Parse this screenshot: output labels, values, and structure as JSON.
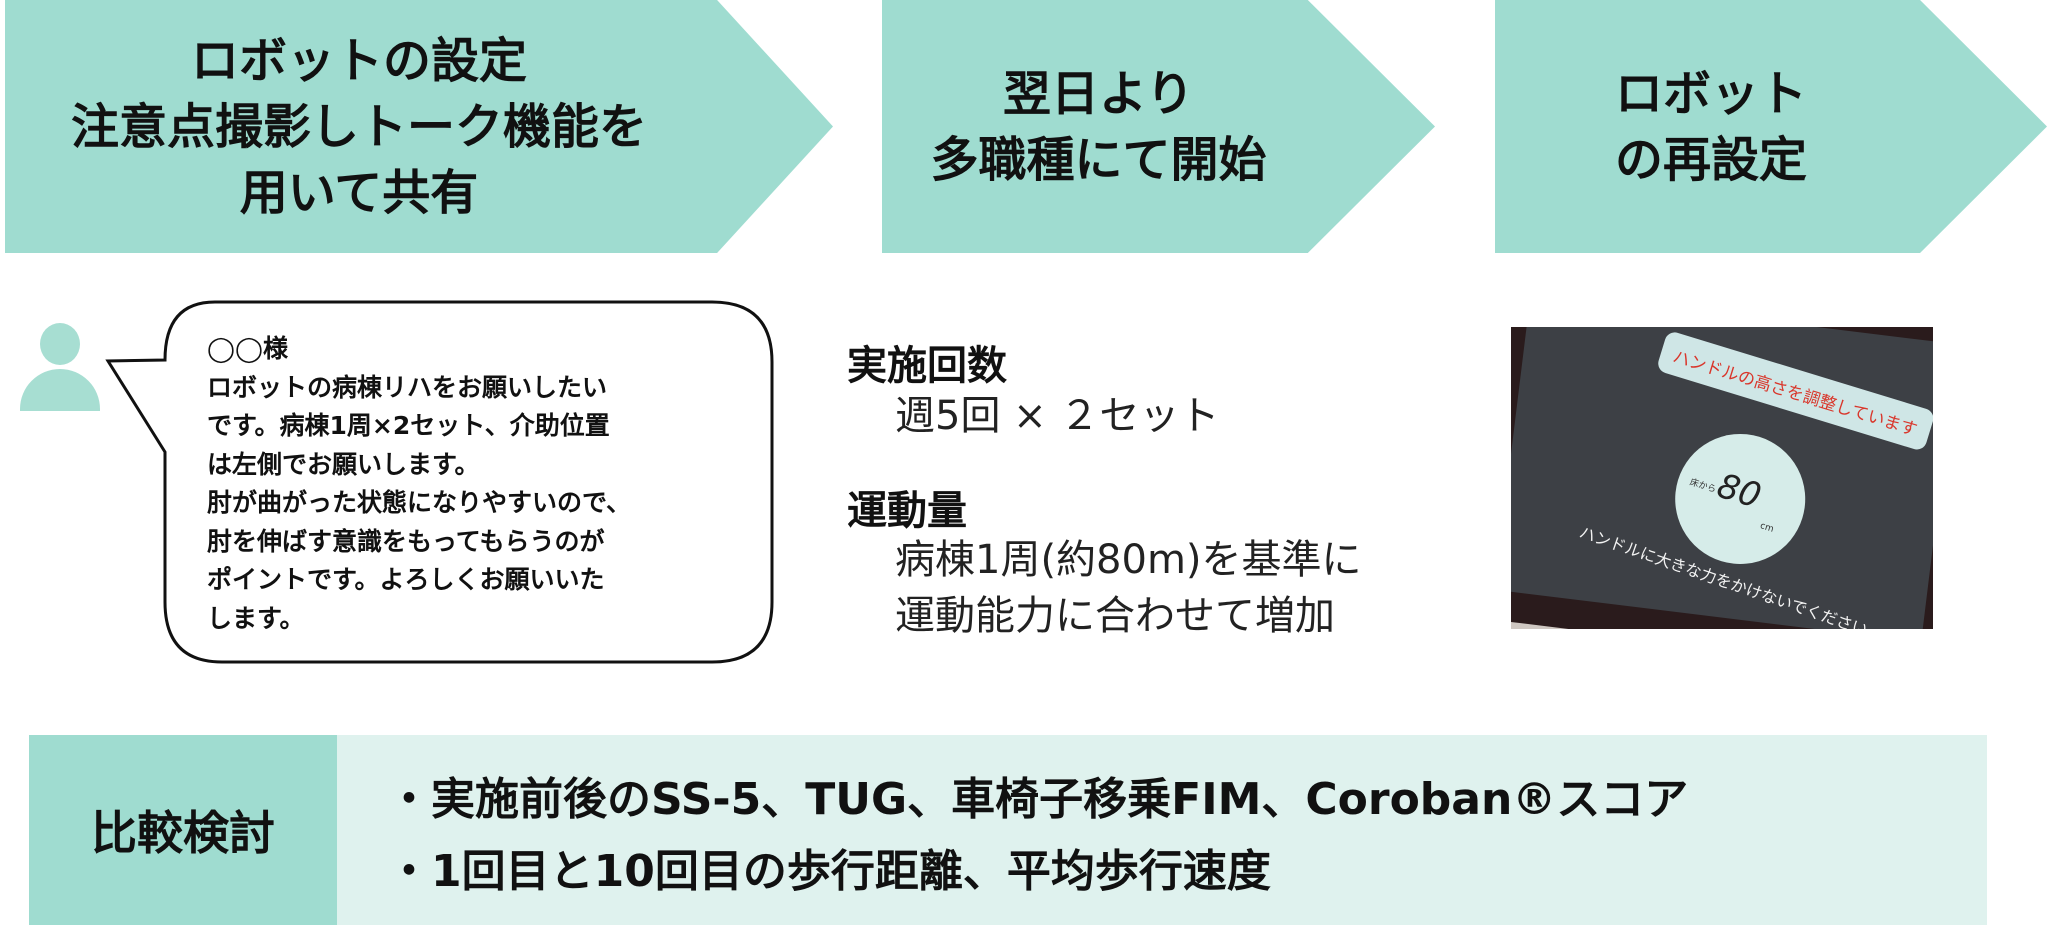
{
  "steps": [
    {
      "lines": [
        "ロボットの設定",
        "注意点撮影しトーク機能を",
        "用いて共有"
      ]
    },
    {
      "lines": [
        "翌日より",
        "多職種にて開始"
      ]
    },
    {
      "lines": [
        "ロボット",
        "の再設定"
      ]
    }
  ],
  "message": {
    "text": "◯◯様\nロボットの病棟リハをお願いしたい\nです。病棟1周×2セット、介助位置\nは左側でお願いします。\n肘が曲がった状態になりやすいので、\n肘を伸ばす意識をもってもらうのが\nポイントです。よろしくお願いいた\nします。"
  },
  "frequency": {
    "heading": "実施回数",
    "value": "週5回 × ２セット"
  },
  "exercise": {
    "heading": "運動量",
    "value": "病棟1周(約80m)を基準に\n運動能力に合わせて増加"
  },
  "photo": {
    "banner": "ハンドルの高さを調整しています",
    "from_label": "床から",
    "height_value": "80",
    "unit": "cm",
    "warning": "ハンドルに大きな力をかけないでください"
  },
  "comparison": {
    "label": "比較検討",
    "items": [
      "・実施前後のSS-5、TUG、車椅子移乗FIM、Coroban®スコア",
      "・1回目と10回目の歩行距離、平均歩行速度"
    ]
  },
  "colors": {
    "teal": "#9fdcd0",
    "light_teal": "#dff2ee"
  }
}
